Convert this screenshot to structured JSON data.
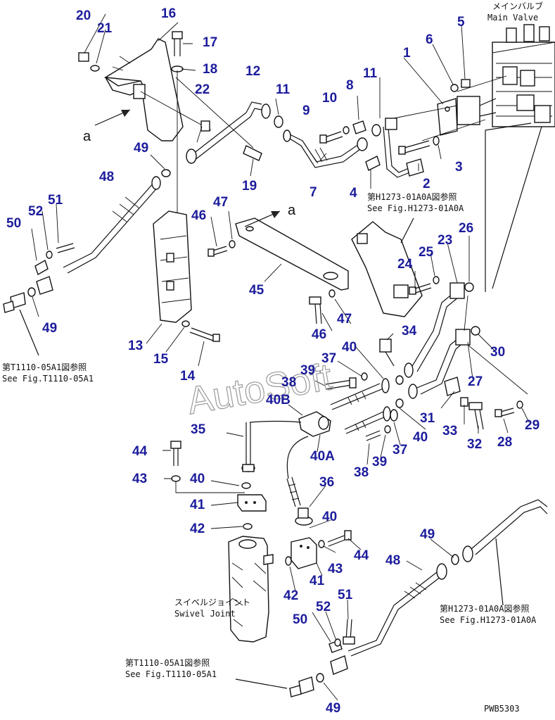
{
  "callouts": [
    {
      "id": "c1",
      "text": "1"
    },
    {
      "id": "c2",
      "text": "2"
    },
    {
      "id": "c3",
      "text": "3"
    },
    {
      "id": "c4",
      "text": "4"
    },
    {
      "id": "c5",
      "text": "5"
    },
    {
      "id": "c6",
      "text": "6"
    },
    {
      "id": "c7",
      "text": "7"
    },
    {
      "id": "c8",
      "text": "8"
    },
    {
      "id": "c9",
      "text": "9"
    },
    {
      "id": "c10",
      "text": "10"
    },
    {
      "id": "c11a",
      "text": "11"
    },
    {
      "id": "c11b",
      "text": "11"
    },
    {
      "id": "c12",
      "text": "12"
    },
    {
      "id": "c13",
      "text": "13"
    },
    {
      "id": "c14",
      "text": "14"
    },
    {
      "id": "c15",
      "text": "15"
    },
    {
      "id": "c16",
      "text": "16"
    },
    {
      "id": "c17",
      "text": "17"
    },
    {
      "id": "c18",
      "text": "18"
    },
    {
      "id": "c19",
      "text": "19"
    },
    {
      "id": "c20",
      "text": "20"
    },
    {
      "id": "c21",
      "text": "21"
    },
    {
      "id": "c22",
      "text": "22"
    },
    {
      "id": "c23",
      "text": "23"
    },
    {
      "id": "c24",
      "text": "24"
    },
    {
      "id": "c25",
      "text": "25"
    },
    {
      "id": "c26",
      "text": "26"
    },
    {
      "id": "c27",
      "text": "27"
    },
    {
      "id": "c28",
      "text": "28"
    },
    {
      "id": "c29",
      "text": "29"
    },
    {
      "id": "c30",
      "text": "30"
    },
    {
      "id": "c31",
      "text": "31"
    },
    {
      "id": "c32",
      "text": "32"
    },
    {
      "id": "c33",
      "text": "33"
    },
    {
      "id": "c34",
      "text": "34"
    },
    {
      "id": "c35",
      "text": "35"
    },
    {
      "id": "c36",
      "text": "36"
    },
    {
      "id": "c37a",
      "text": "37"
    },
    {
      "id": "c37b",
      "text": "37"
    },
    {
      "id": "c38a",
      "text": "38"
    },
    {
      "id": "c38b",
      "text": "38"
    },
    {
      "id": "c39a",
      "text": "39"
    },
    {
      "id": "c39b",
      "text": "39"
    },
    {
      "id": "c40a",
      "text": "40"
    },
    {
      "id": "c40b",
      "text": "40"
    },
    {
      "id": "c40c",
      "text": "40"
    },
    {
      "id": "c40d",
      "text": "40"
    },
    {
      "id": "c40A",
      "text": "40A"
    },
    {
      "id": "c40B",
      "text": "40B"
    },
    {
      "id": "c41a",
      "text": "41"
    },
    {
      "id": "c41b",
      "text": "41"
    },
    {
      "id": "c42a",
      "text": "42"
    },
    {
      "id": "c42b",
      "text": "42"
    },
    {
      "id": "c43a",
      "text": "43"
    },
    {
      "id": "c43b",
      "text": "43"
    },
    {
      "id": "c44a",
      "text": "44"
    },
    {
      "id": "c44b",
      "text": "44"
    },
    {
      "id": "c45",
      "text": "45"
    },
    {
      "id": "c46a",
      "text": "46"
    },
    {
      "id": "c46b",
      "text": "46"
    },
    {
      "id": "c47a",
      "text": "47"
    },
    {
      "id": "c47b",
      "text": "47"
    },
    {
      "id": "c48a",
      "text": "48"
    },
    {
      "id": "c48b",
      "text": "48"
    },
    {
      "id": "c49a",
      "text": "49"
    },
    {
      "id": "c49b",
      "text": "49"
    },
    {
      "id": "c49c",
      "text": "49"
    },
    {
      "id": "c49d",
      "text": "49"
    },
    {
      "id": "c50a",
      "text": "50"
    },
    {
      "id": "c50b",
      "text": "50"
    },
    {
      "id": "c51a",
      "text": "51"
    },
    {
      "id": "c51b",
      "text": "51"
    },
    {
      "id": "c52a",
      "text": "52"
    },
    {
      "id": "c52b",
      "text": "52"
    }
  ],
  "view_arrows": [
    {
      "id": "a1",
      "text": "a"
    },
    {
      "id": "a2",
      "text": "a"
    }
  ],
  "notes": {
    "main_valve_jp": "メインバルブ",
    "main_valve_en": "Main Valve",
    "ref_h1273_top_jp": "第H1273-01A0A図参照",
    "ref_h1273_top_en": "See Fig.H1273-01A0A",
    "ref_t1110_left_jp": "第T1110-05A1図参照",
    "ref_t1110_left_en": "See Fig.T1110-05A1",
    "swivel_jp": "スイベルジョイント",
    "swivel_en": "Swivel Joint",
    "ref_h1273_bottom_jp": "第H1273-01A0A図参照",
    "ref_h1273_bottom_en": "See Fig.H1273-01A0A",
    "ref_t1110_bottom_jp": "第T1110-05A1図参照",
    "ref_t1110_bottom_en": "See Fig.T1110-05A1",
    "drawing_code": "PWB5303"
  },
  "watermark": "AutoSoft",
  "colors": {
    "callout": "#1c1c9c",
    "line": "#111111",
    "watermark": "#9a9a9a"
  }
}
